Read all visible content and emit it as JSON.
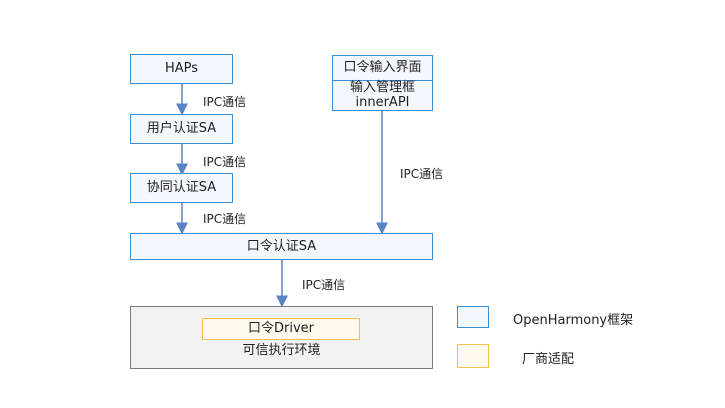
{
  "diagram": {
    "nodes": {
      "haps": "HAPs",
      "user_auth_sa": "用户认证SA",
      "coauth_sa": "协同认证SA",
      "pin_input_ui": {
        "top": "口令输入界面",
        "bottom_line1": "输入管理框",
        "bottom_line2": "innerAPI"
      },
      "pin_auth_sa": "口令认证SA",
      "pin_driver": "口令Driver",
      "tee": "可信执行环境"
    },
    "edges": {
      "haps_user": "IPC通信",
      "user_coauth": "IPC通信",
      "coauth_pin": "IPC通信",
      "input_pin": "IPC通信",
      "pin_driver": "IPC通信"
    },
    "legend": {
      "openharmony": "OpenHarmony框架",
      "vendor": "厂商适配"
    }
  }
}
